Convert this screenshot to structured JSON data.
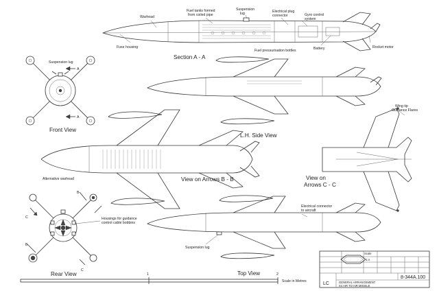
{
  "labels": {
    "warhead": "Warhead",
    "fuel_tanks_1": "Fuel tanks formed",
    "fuel_tanks_2": "from coiled pipe",
    "suspension_lug_top_1": "Suspension",
    "suspension_lug_top_2": "lug",
    "electrical_plug_1": "Electrical plug",
    "electrical_plug_2": "connector",
    "gyro_1": "Gyro control",
    "gyro_2": "system",
    "fuse_housing": "Fuse housing",
    "battery": "Battery",
    "rocket_motor": "Rocket motor",
    "section_aa": "Section A - A",
    "fuel_pressurisation": "Fuel pressurisation bottles",
    "suspension_lug_front": "Suspension lug",
    "section_marker": "A",
    "front_view": "Front View",
    "lh_side_view": "L.H. Side View",
    "wing_tip_1": "Wing tip",
    "wing_tip_2": "Guidance Flares",
    "alternative_warhead": "Alternative warhead",
    "view_on_arrows_bb": "View on Arrows B - B",
    "view_on_cc_1": "View on",
    "view_on_cc_2": "Arrows C - C",
    "housings_1": "Housings for guidance",
    "housings_2": "control cable bobbins",
    "electrical_connector_1": "Electrical connector",
    "electrical_connector_2": "to aircraft",
    "suspension_lug_bottom": "Suspension lug",
    "rear_view": "Rear View",
    "top_view": "Top View",
    "marker_b": "B",
    "marker_c": "C",
    "scale_1": "1",
    "scale_2": "2",
    "scale_caption": "Scale in Metres"
  },
  "title_block": {
    "scale_label": "Scale",
    "scale_value": "1:4",
    "drawing_number": "8-344A.100",
    "title_line_1": "GENERAL ARRANGEMENT",
    "title_line_2": "X4 AIR TO AIR MISSILE",
    "initials": "LC"
  }
}
